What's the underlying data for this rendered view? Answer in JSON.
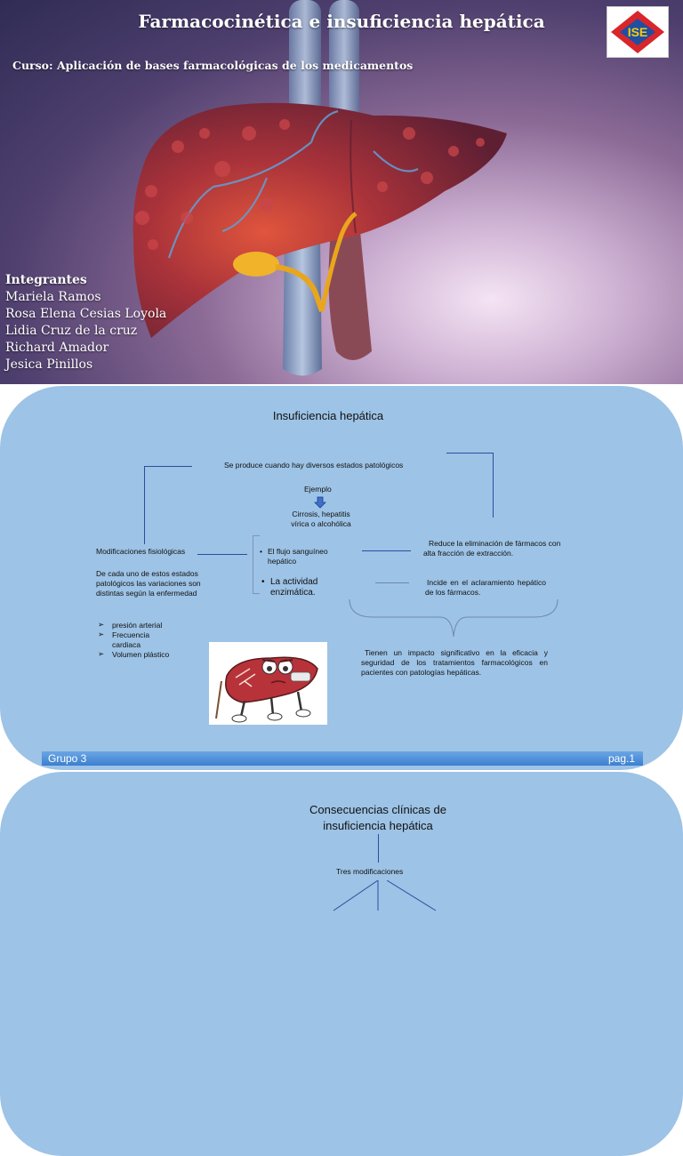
{
  "slide1": {
    "title": "Farmacocinética e insuficiencia hepática",
    "course": "Curso: Aplicación de bases farmacológicas de los medicamentos",
    "logo_text": "ISE",
    "members_heading": "Integrantes",
    "members": [
      "Mariela Ramos",
      "Rosa Elena Cesias Loyola",
      "Lidia Cruz de la cruz",
      "Richard Amador",
      "Jesica Pinillos"
    ]
  },
  "slide2": {
    "title": "Insuficiencia hepática",
    "cause": "Se produce cuando  hay diversos estados patológicos",
    "example_label": "Ejemplo",
    "example": "Cirrosis, hepatitis vírica o alcohólica",
    "modifications": "Modificaciones fisiológicas",
    "variations": "De cada uno de estos estados patológicos las variaciones son distintas según la enfermedad",
    "bullets": [
      "presión arterial",
      "Frecuencia cardiaca",
      "Volumen plástico"
    ],
    "flow": "El flujo sanguíneo hepático",
    "enzyme": "La actividad enzimática.",
    "reduce": "Reduce la eliminación de fármacos con alta fracción de extracción.",
    "incide": "Incide en el aclaramiento hepático de los fármacos.",
    "impact": "Tienen un impacto significativo en la eficacia y seguridad de los tratamientos farmacológicos en pacientes con patologías hepáticas.",
    "footer_left": "Grupo 3",
    "footer_right": "pag.1"
  },
  "slide3": {
    "title_line1": "Consecuencias clínicas de",
    "title_line2": "insuficiencia hepática",
    "subtitle": "Tres modificaciones"
  },
  "colors": {
    "card_blue": "#9dc3e6",
    "connector": "#2b4ea0",
    "footer": "#4a8bd8",
    "liver_red": "#a8323a"
  }
}
